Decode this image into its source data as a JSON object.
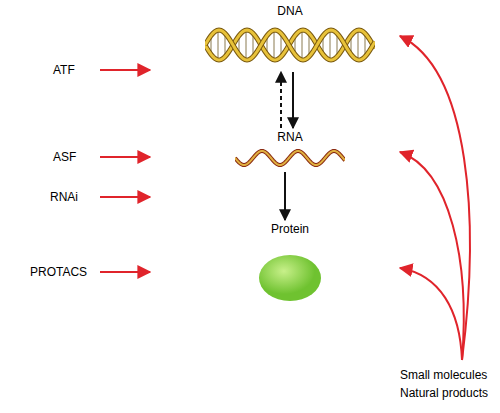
{
  "diagram": {
    "nodes": [
      {
        "text": [
          "DNA"
        ]
      },
      {
        "text": [
          "RNA"
        ]
      },
      {
        "text": [
          "Protein"
        ]
      }
    ],
    "edges": [
      {
        "from": 0,
        "to": 1,
        "arrow": "to"
      },
      {
        "from": 1,
        "to": 0,
        "arrow": "to"
      },
      {
        "from": 1,
        "to": 2,
        "arrow": "to"
      }
    ],
    "labels": [
      "ATF",
      "ASF",
      "RNAi",
      "PROTACS",
      "Small molecules Natural products"
    ]
  }
}
